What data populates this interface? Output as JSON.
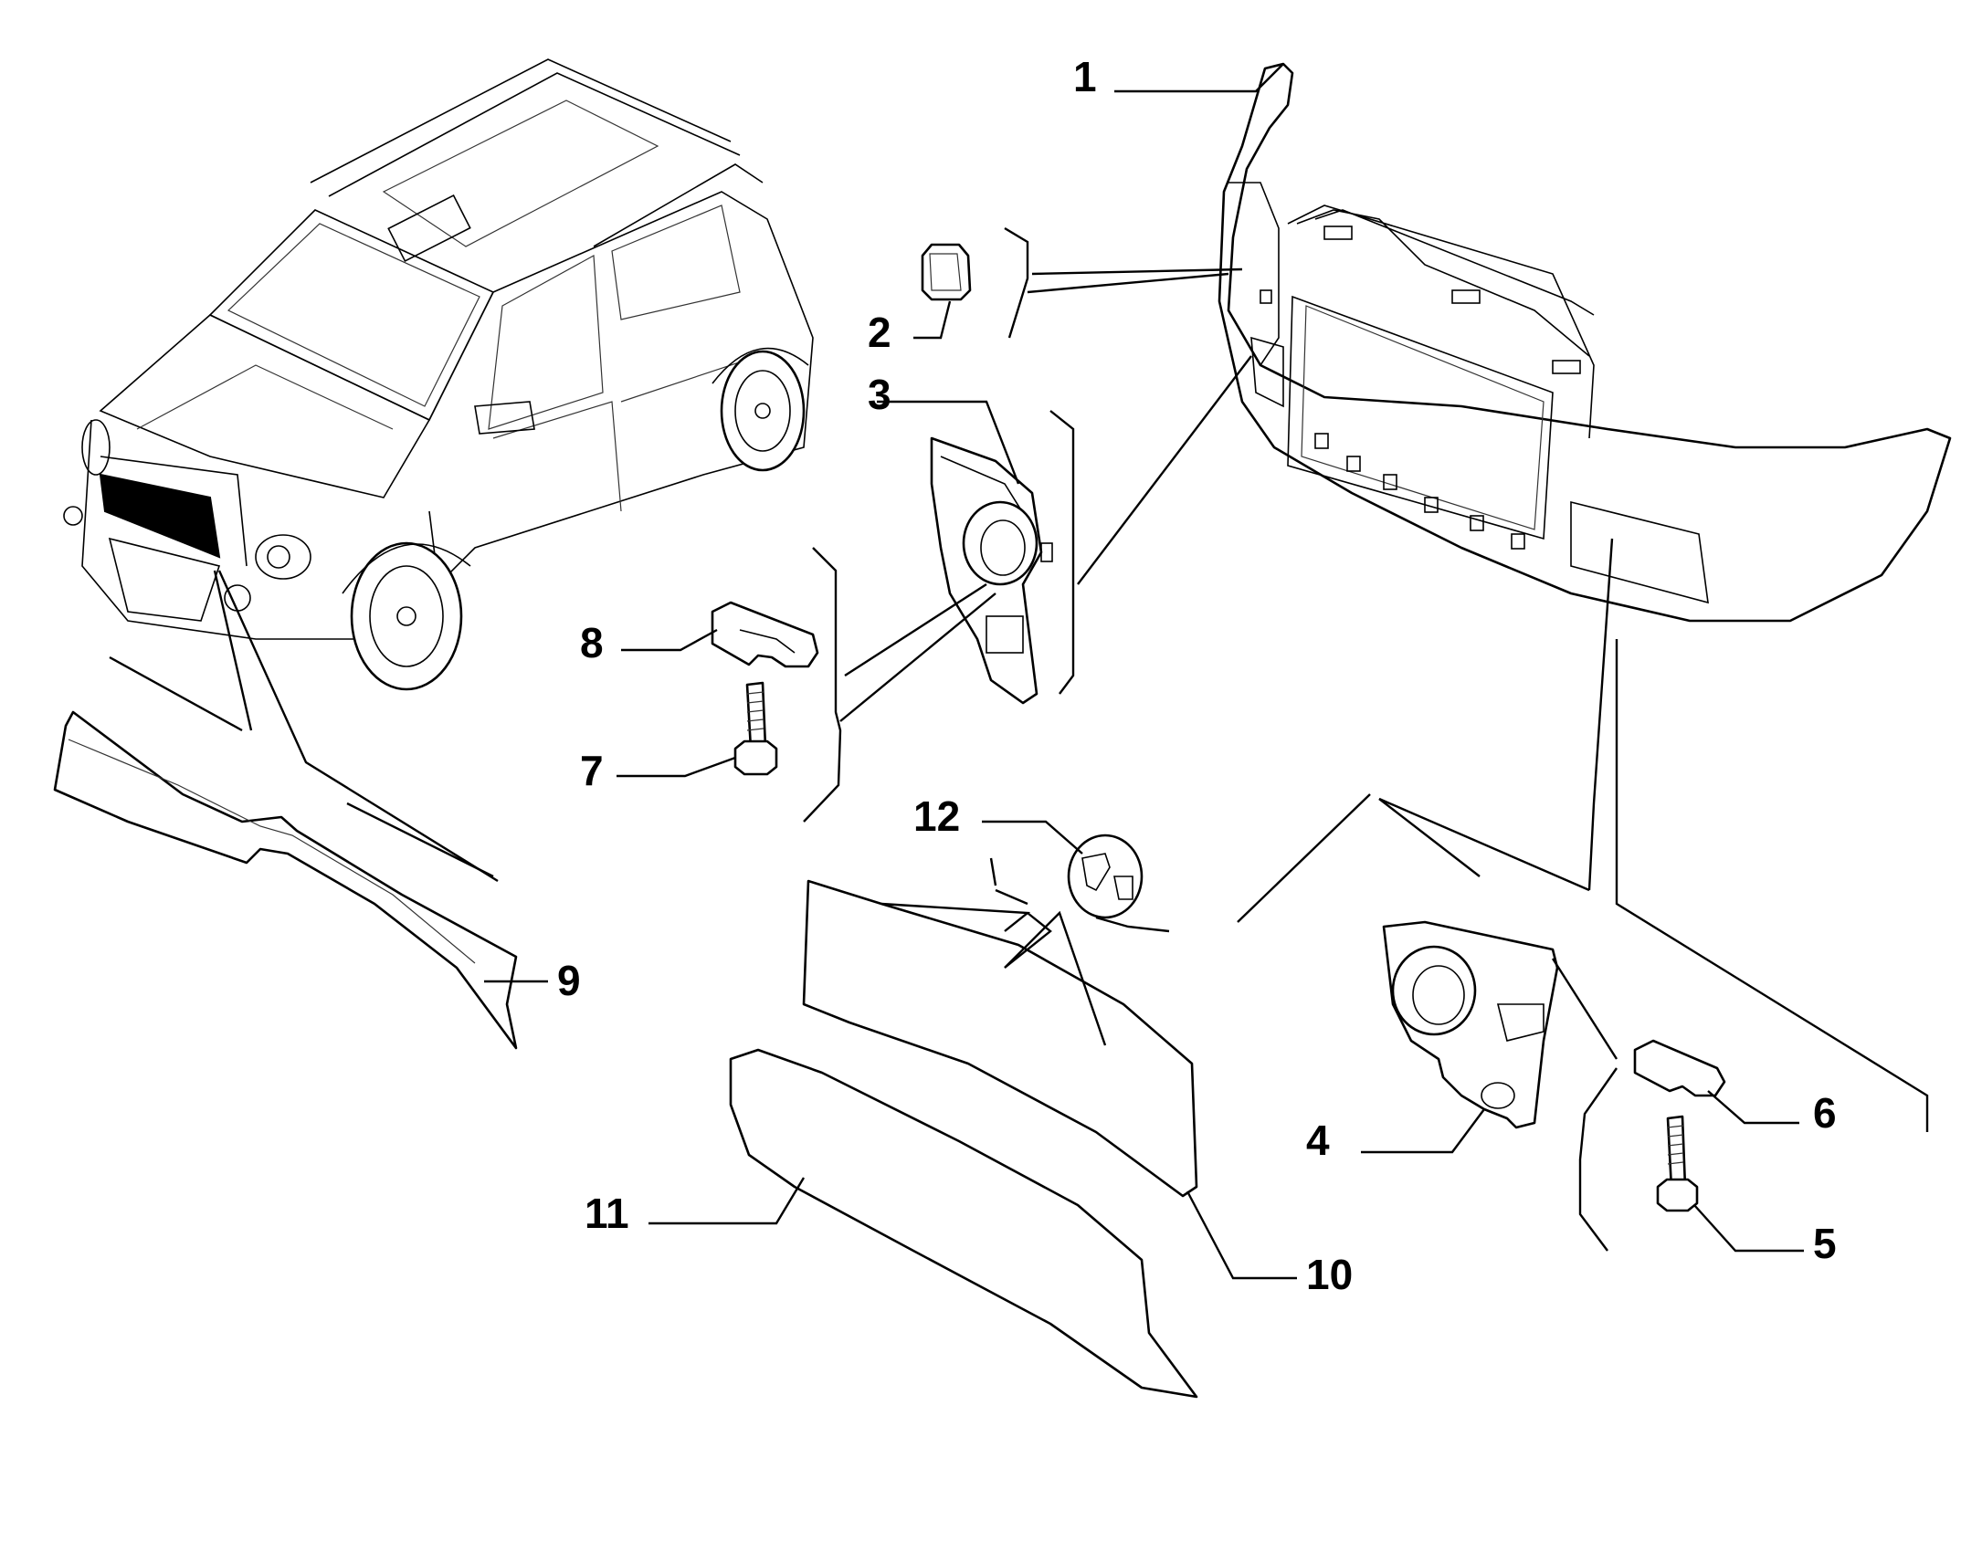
{
  "diagram": {
    "callouts": [
      {
        "id": "1",
        "text": "1"
      },
      {
        "id": "2",
        "text": "2"
      },
      {
        "id": "3",
        "text": "3"
      },
      {
        "id": "4",
        "text": "4"
      },
      {
        "id": "5",
        "text": "5"
      },
      {
        "id": "6",
        "text": "6"
      },
      {
        "id": "7",
        "text": "7"
      },
      {
        "id": "8",
        "text": "8"
      },
      {
        "id": "9",
        "text": "9"
      },
      {
        "id": "10",
        "text": "10"
      },
      {
        "id": "11",
        "text": "11"
      },
      {
        "id": "12",
        "text": "12"
      }
    ],
    "colors": {
      "line": "#000000",
      "background": "#ffffff",
      "highlight": "#000000"
    },
    "icons": [
      "car-icon",
      "bumper-icon",
      "grille-mesh-icon",
      "skid-plate-icon",
      "bolt-icon",
      "clip-icon"
    ]
  }
}
